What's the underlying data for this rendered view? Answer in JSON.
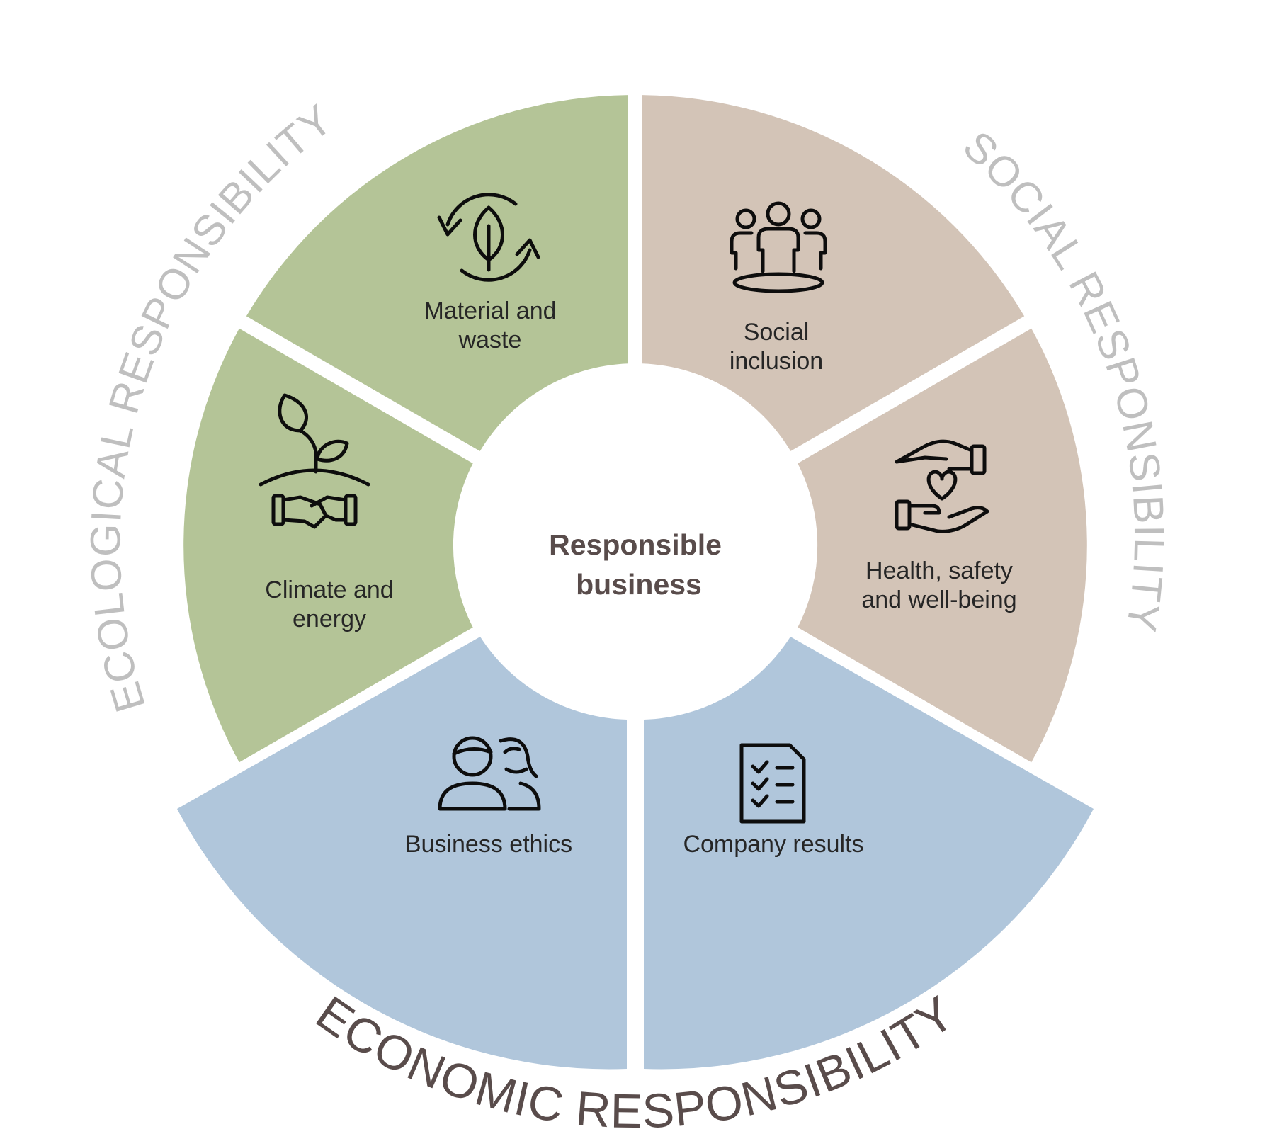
{
  "center": {
    "line1": "Responsible",
    "line2": "business"
  },
  "arc_labels": {
    "ecological": "ECOLOGICAL RESPONSIBILITY",
    "social": "SOCIAL RESPONSIBILITY",
    "economic": "ECONOMIC RESPONSIBILITY"
  },
  "segments": [
    {
      "group": "ecological",
      "icon": "recycle-leaf-icon",
      "line1": "Material and",
      "line2": "waste"
    },
    {
      "group": "social",
      "icon": "people-group-icon",
      "line1": "Social",
      "line2": "inclusion"
    },
    {
      "group": "ecological",
      "icon": "plant-handshake-icon",
      "line1": "Climate and",
      "line2": "energy"
    },
    {
      "group": "social",
      "icon": "hands-heart-icon",
      "line1": "Health, safety",
      "line2": "and well-being"
    },
    {
      "group": "economic",
      "icon": "two-people-icon",
      "line1": "Business ethics",
      "line2": ""
    },
    {
      "group": "economic",
      "icon": "checklist-icon",
      "line1": "Company results",
      "line2": ""
    }
  ],
  "colors": {
    "ecological": "#b4c497",
    "social": "#d3c4b7",
    "economic": "#b0c6db",
    "arc_text_light": "#bfbfbf",
    "arc_text_dark": "#594c4b"
  }
}
